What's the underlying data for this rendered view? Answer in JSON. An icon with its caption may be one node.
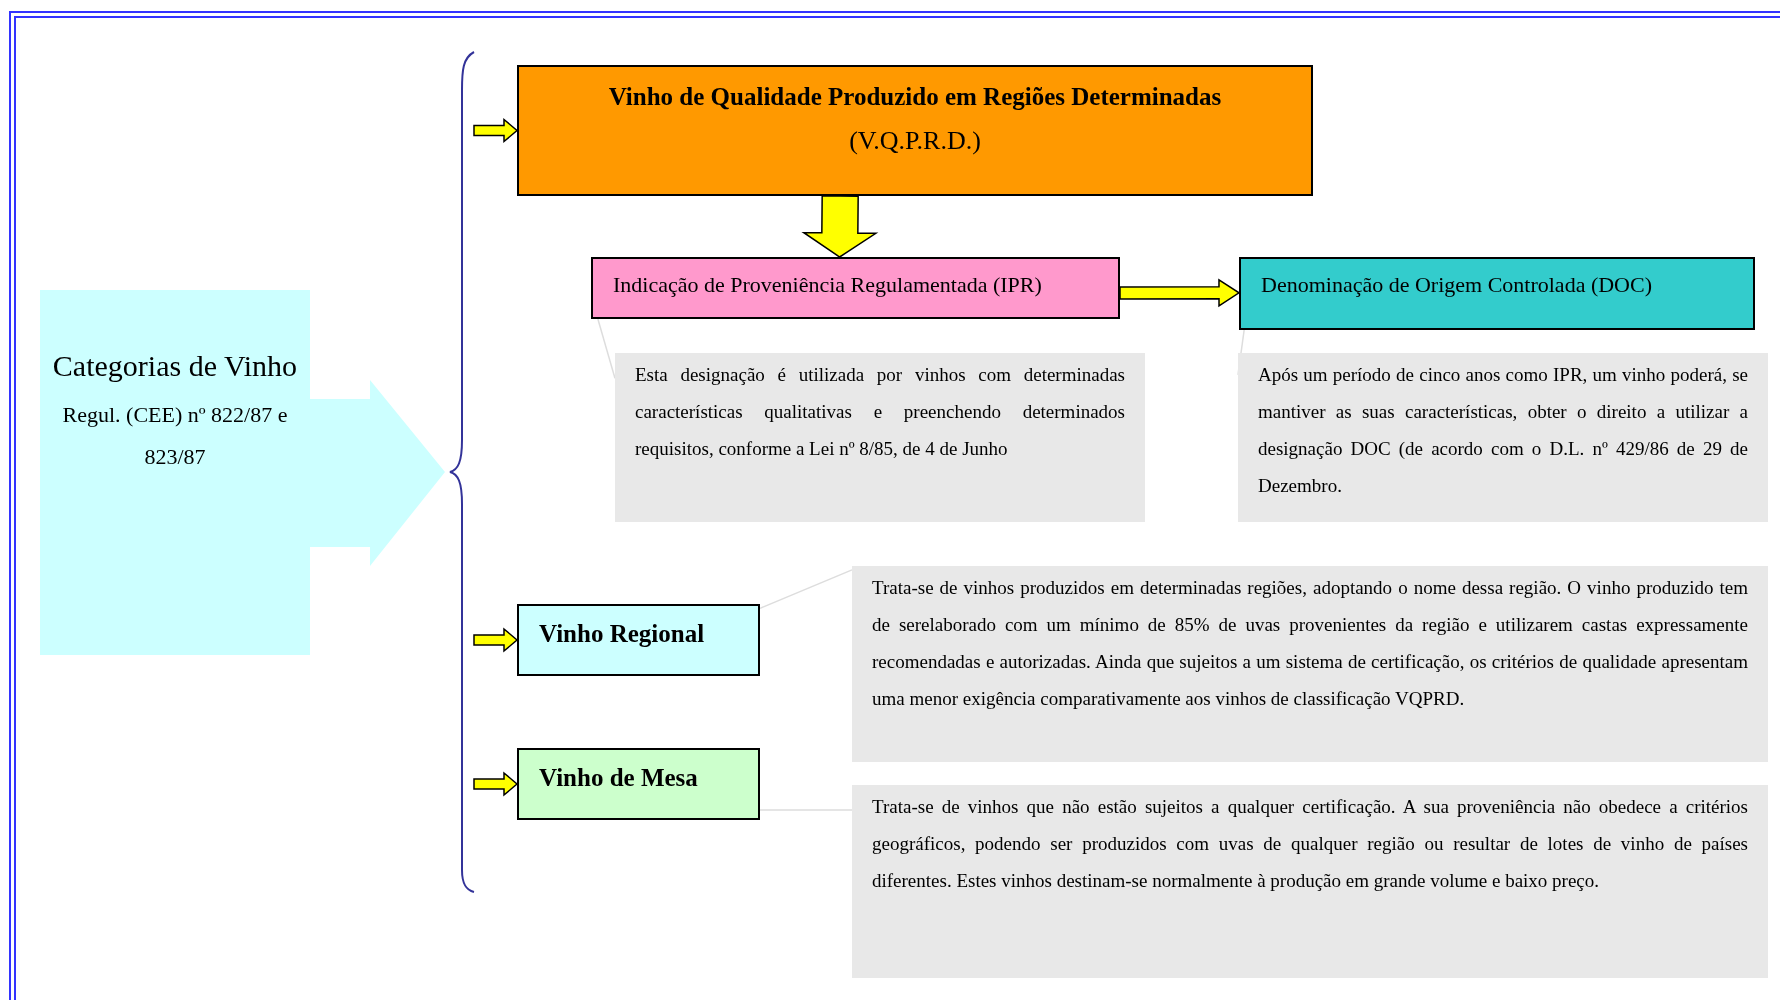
{
  "diagram": {
    "nodes": [
      {
        "text": [
          "Categorias de Vinho",
          "Regul. (CEE) nº 822/87 e 823/87"
        ]
      },
      {
        "text": [
          "Vinho de Qualidade Produzido em Regiões Determinadas",
          "(V.Q.P.R.D.)"
        ]
      },
      {
        "text": [
          "Indicação de Proveniência Regulamentada (IPR)"
        ]
      },
      {
        "text": [
          "Denominação de Origem Controlada (DOC)"
        ]
      },
      {
        "text": [
          "Esta designação é utilizada por vinhos com determinadas características qualitativas e preenchendo determinados requisitos, conforme a Lei nº 8/85, de 4 de Junho"
        ]
      },
      {
        "text": [
          "Após um período de cinco anos como IPR, um vinho poderá, se mantiver as suas características, obter o direito a utilizar a designação DOC (de acordo com o D.L. nº 429/86 de 29 de Dezembro."
        ]
      },
      {
        "text": [
          "Vinho Regional"
        ]
      },
      {
        "text": [
          "Vinho de Mesa"
        ]
      },
      {
        "text": [
          "Trata-se de vinhos produzidos em determinadas regiões, adoptando o nome dessa região. O vinho produzido tem de serelaborado com um mínimo de 85% de uvas provenientes da região e utilizarem castas expressamente recomendadas e autorizadas. Ainda que sujeitos a um sistema de certificação, os critérios de qualidade apresentam uma menor exigência comparativamente aos vinhos de classificação VQPRD."
        ]
      },
      {
        "text": [
          "Trata-se de vinhos que não estão sujeitos a qualquer certificação. A sua proveniência não obedece a critérios geográficos, podendo ser produzidos com uvas de qualquer região ou resultar de lotes de vinho de países diferentes. Estes vinhos destinam-se normalmente à produção em grande volume e baixo preço."
        ]
      }
    ],
    "edges": [
      {
        "from": null,
        "to": 1,
        "arrow": "to"
      },
      {
        "from": null,
        "to": 6,
        "arrow": "to"
      },
      {
        "from": null,
        "to": 7,
        "arrow": "to"
      },
      {
        "from": 1,
        "to": 2,
        "arrow": "to"
      },
      {
        "from": 2,
        "to": 3,
        "arrow": "to"
      },
      {
        "from": 2,
        "to": 4,
        "arrow": "none"
      },
      {
        "from": 3,
        "to": 5,
        "arrow": "none"
      },
      {
        "from": 6,
        "to": 8,
        "arrow": "none"
      },
      {
        "from": 7,
        "to": 9,
        "arrow": "none"
      }
    ]
  }
}
